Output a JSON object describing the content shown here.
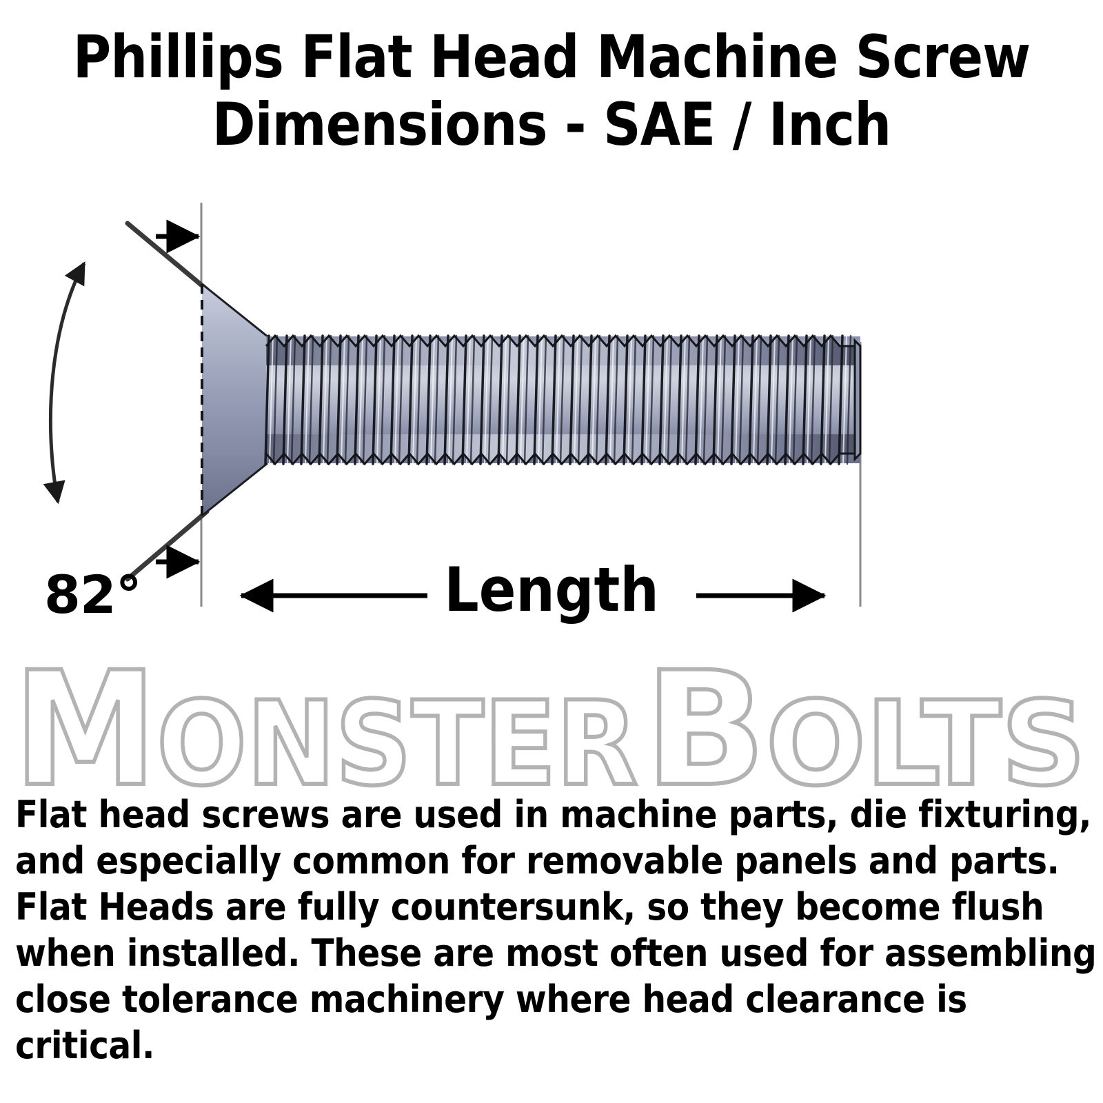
{
  "title": {
    "line1": "Phillips Flat Head Machine Screw",
    "line2": "Dimensions - SAE / Inch"
  },
  "diagram": {
    "angle_label": "82°",
    "length_label": "Length",
    "screw": {
      "type": "phillips-flat-head-machine-screw",
      "head_style": "countersunk-flat",
      "countersink_angle_degrees": 82,
      "metal_color_light": "#c2c7d8",
      "metal_color_mid": "#9aa0b8",
      "metal_color_dark": "#6f7691",
      "outline_color": "#1a1a22",
      "thread_count": 32
    },
    "dimension_line_color": "#000000",
    "extension_line_color": "#8a8a8a"
  },
  "watermark": {
    "word1": "Monster",
    "word2": "Bolts",
    "stroke_color": "#b3b3b3"
  },
  "body": {
    "line1": "Flat head screws are used in machine parts, die fixturing,",
    "line2": "and especially common for removable panels and parts.",
    "line3": "Flat Heads are fully countersunk, so they become flush",
    "line4": "when installed. These are most often used for assembling",
    "line5": "close tolerance machinery where head clearance is",
    "line6": "critical."
  }
}
